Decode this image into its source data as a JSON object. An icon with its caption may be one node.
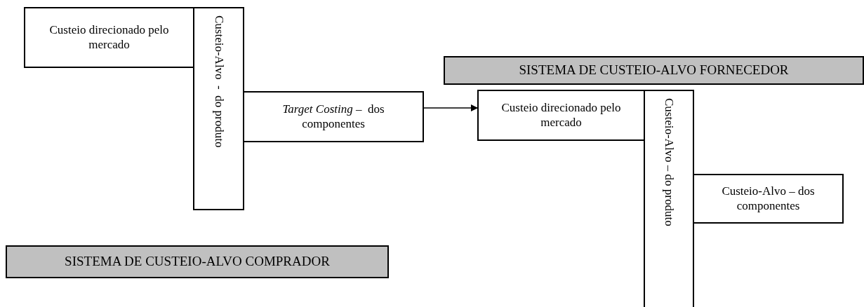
{
  "diagram": {
    "nodes": [
      {
        "text": [
          "Custeio direcionado pelo mercado"
        ]
      },
      {
        "text": [
          "Custeio-Alvo  -  do produto"
        ]
      },
      {
        "text": [
          "*Target Costing* –  dos componentes"
        ]
      },
      {
        "text": [
          "SISTEMA DE CUSTEIO-ALVO FORNECEDOR"
        ]
      },
      {
        "text": [
          "Custeio direcionado pelo mercado"
        ]
      },
      {
        "text": [
          "Custeio-Alvo – do produto"
        ]
      },
      {
        "text": [
          "Custeio-Alvo – dos componentes"
        ]
      },
      {
        "text": [
          "SISTEMA DE CUSTEIO-ALVO COMPRADOR"
        ]
      }
    ],
    "edges": [
      {
        "from": 2,
        "to": 4,
        "arrow": "to"
      }
    ]
  }
}
